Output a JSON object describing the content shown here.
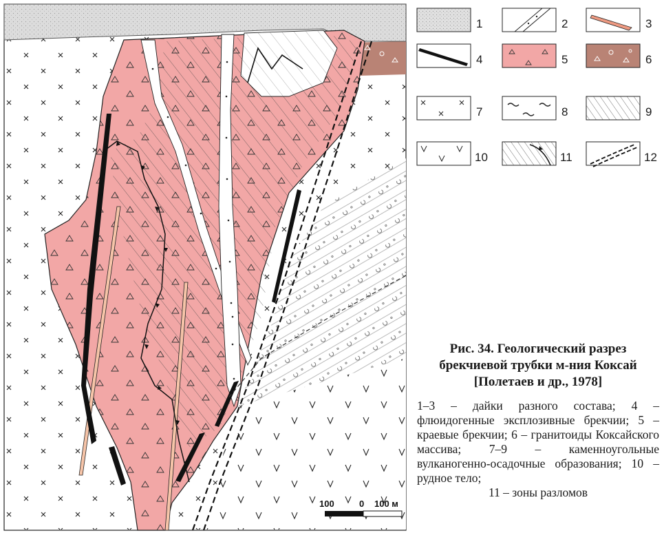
{
  "figure": {
    "title": "Рис. 34. Геологический разрез брекчиевой трубки м-ния Коксай [Полетаев и др., 1978]",
    "description": "1–3 – дайки разного состава; 4 – флюидогенные эксплозивные брекчии; 5 – краевые брекчии; 6 – гранитоиды Коксайского массива; 7–9 – каменноугольные вулканогенно-осадочные образования; 10 – рудное тело;",
    "description_last": "11 – зоны разломов"
  },
  "legend": {
    "items": [
      {
        "num": "1",
        "pattern": "dotted-stipple"
      },
      {
        "num": "2",
        "pattern": "dike-with-crosses"
      },
      {
        "num": "3",
        "pattern": "pink-lens"
      },
      {
        "num": "4",
        "pattern": "black-lens"
      },
      {
        "num": "5",
        "pattern": "pink-triangles"
      },
      {
        "num": "6",
        "pattern": "brown-granitoid"
      },
      {
        "num": "7",
        "pattern": "crosses"
      },
      {
        "num": "8",
        "pattern": "tildes"
      },
      {
        "num": "9",
        "pattern": "hatched-layers"
      },
      {
        "num": "10",
        "pattern": "v-marks"
      },
      {
        "num": "11",
        "pattern": "hatched-fault"
      },
      {
        "num": "12",
        "pattern": "double-dashed-fault"
      }
    ]
  },
  "scale": {
    "left_label": "100",
    "mid_label": "0",
    "right_label": "100 м"
  },
  "colors": {
    "pink": "#f2a7a6",
    "brown": "#b98375",
    "stipple": "#d7d7d7",
    "line": "#111111"
  }
}
